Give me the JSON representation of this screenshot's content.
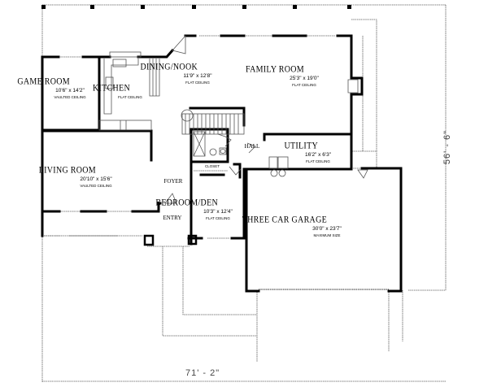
{
  "plan": {
    "overall_width": "71' - 2\"",
    "overall_depth": "56' - 6\""
  },
  "rooms": [
    {
      "id": "game-room",
      "name": "GAME ROOM",
      "dims": "10'6\" x 14'2\"",
      "note": "VAULTED CEILING"
    },
    {
      "id": "kitchen",
      "name": "KITCHEN",
      "dims": "",
      "note": "FLAT CEILING"
    },
    {
      "id": "dining-nook",
      "name": "DINING/NOOK",
      "dims": "11'9\" x 12'8\"",
      "note": "FLAT CEILING"
    },
    {
      "id": "family-room",
      "name": "FAMILY ROOM",
      "dims": "25'3\" x 19'0\"",
      "note": "FLAT CEILING"
    },
    {
      "id": "living-room",
      "name": "LIVING ROOM",
      "dims": "20'10\" x 15'6\"",
      "note": "VAULTED CEILING"
    },
    {
      "id": "utility",
      "name": "UTILITY",
      "dims": "16'2\" x 6'3\"",
      "note": "FLAT CEILING"
    },
    {
      "id": "bedroom-den",
      "name": "BEDROOM/DEN",
      "dims": "10'3\" x 12'4\"",
      "note": "FLAT CEILING"
    },
    {
      "id": "garage",
      "name": "THREE CAR GARAGE",
      "dims": "30'0\" x 23'7\"",
      "note": "MAXIMUM SIZE"
    }
  ],
  "spaces": {
    "hall": "HALL",
    "foyer": "FOYER",
    "entry": "ENTRY",
    "closet": "CLOSET"
  },
  "colors": {
    "wall": "#000000",
    "line": "#555555",
    "background": "#ffffff"
  }
}
